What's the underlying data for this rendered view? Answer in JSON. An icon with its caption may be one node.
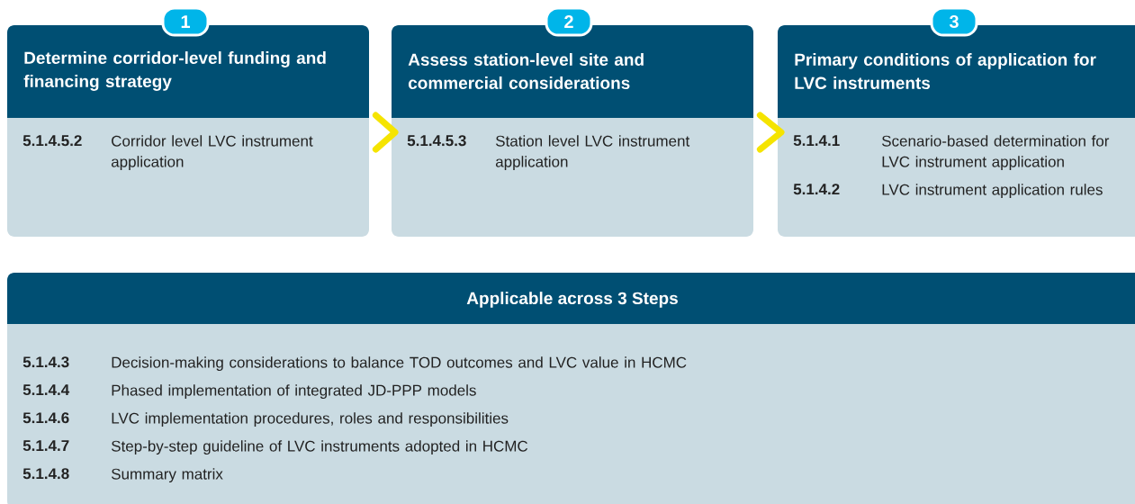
{
  "diagram": {
    "nodes": [
      {
        "text": [
          "Determine corridor-level funding and financing strategy",
          "5.1.4.5.2",
          "Corridor level LVC instrument application"
        ]
      },
      {
        "text": [
          "1"
        ]
      },
      {
        "text": [
          "Assess station-level site and commercial considerations",
          "5.1.4.5.3",
          "Station level LVC instrument application"
        ]
      },
      {
        "text": [
          "2"
        ]
      },
      {
        "text": [
          "Primary conditions of application for LVC instruments",
          "5.1.4.1",
          "Scenario-based determination for LVC instrument application",
          "5.1.4.2",
          "LVC instrument application rules"
        ]
      },
      {
        "text": [
          "3"
        ]
      },
      {
        "text": [
          "Applicable across 3 Steps",
          "5.1.4.3",
          "Decision-making considerations to balance TOD outcomes and LVC value in HCMC",
          "5.1.4.4",
          "Phased implementation of integrated JD-PPP models",
          "5.1.4.6",
          "LVC implementation procedures, roles and responsibilities",
          "5.1.4.7",
          "Step-by-step guideline of LVC instruments adopted in HCMC",
          "5.1.4.8",
          "Summary matrix"
        ]
      }
    ],
    "edges": [
      {
        "from": 0,
        "to": 2,
        "arrow": "to"
      },
      {
        "from": 2,
        "to": 4,
        "arrow": "to"
      }
    ]
  }
}
